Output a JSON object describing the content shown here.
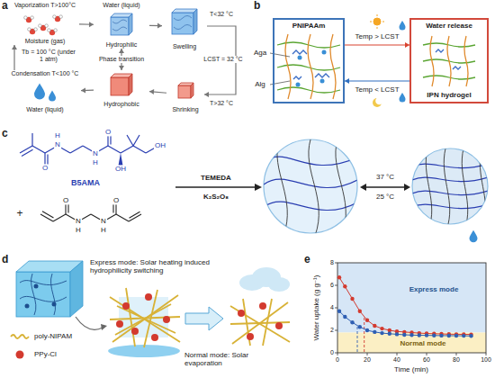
{
  "diagram": {
    "nodes": [
      {
        "text": [
          "Vaporization T>100°C",
          "Moisture (gas)"
        ]
      },
      {
        "text": [
          "Water (liquid)",
          "Hydrophilic"
        ]
      },
      {
        "text": [
          "Swelling"
        ]
      },
      {
        "text": [
          "Shrinking"
        ]
      },
      {
        "text": [
          "Hydrophobic"
        ]
      },
      {
        "text": [
          "Condensation T<100 °C",
          "Water (liquid)"
        ]
      },
      {
        "text": [
          "PNIPAAm"
        ]
      },
      {
        "text": [
          "Water release",
          "IPN hydrogel"
        ]
      }
    ],
    "edges": [
      {
        "from": 0,
        "to": 1,
        "arrow": "to"
      },
      {
        "from": 1,
        "to": 2,
        "arrow": "to"
      },
      {
        "from": 2,
        "to": 3,
        "arrow": "to"
      },
      {
        "from": 3,
        "to": 4,
        "arrow": "to"
      },
      {
        "from": 4,
        "to": 5,
        "arrow": "to"
      },
      {
        "from": 5,
        "to": 0,
        "arrow": "to"
      },
      {
        "from": 1,
        "to": 4,
        "arrow": "both",
        "label": "Phase transition"
      },
      {
        "from": 6,
        "to": 7,
        "arrow": "to",
        "label": "Temp > LCST"
      },
      {
        "from": 7,
        "to": 6,
        "arrow": "to",
        "label": "Temp < LCST"
      }
    ],
    "labels": [
      "a",
      "T<32 °C",
      "LCST = 32 °C",
      "T>32 °C",
      "Tb = 100 °C (under 1 atm)",
      "b",
      "Aga",
      "Alg",
      "c",
      "O",
      "H",
      "N",
      "N",
      "H",
      "O",
      "OH",
      "OH",
      "B5AMA",
      "+",
      "O",
      "N",
      "H",
      "N",
      "H",
      "O",
      "TEMEDA",
      "K₂S₂O₈",
      "37 °C",
      "25 °C",
      "d",
      "Express mode: Solar heating induced hydrophilicity switching",
      "Normal mode: Solar evaporation",
      "e",
      "Water uptake (g g⁻¹)",
      "Time (min)",
      "0",
      "2",
      "4",
      "6",
      "8",
      "0",
      "20",
      "40",
      "60",
      "80",
      "100",
      "Express mode",
      "Normal mode"
    ],
    "legend": [
      {
        "text": "poly-NIPAM"
      },
      {
        "text": "PPy-Cl"
      }
    ]
  }
}
